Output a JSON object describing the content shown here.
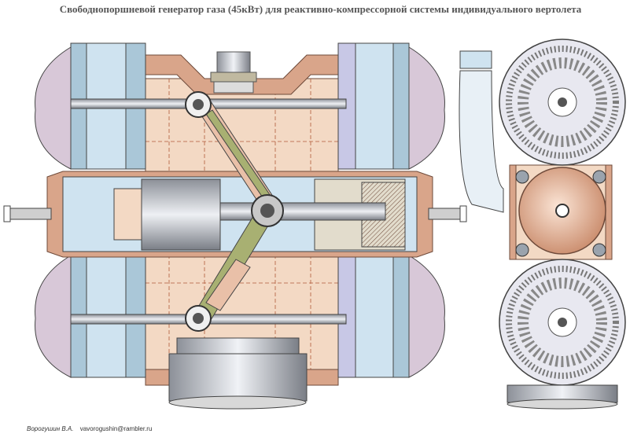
{
  "title": "Свободнопоршневой генератор газа (45кВт) для реактивно-компрессорной системы индивидуального вертолета",
  "author": "Ворогушин В.А.",
  "email": "vavorogushin@rambler.ru",
  "colors": {
    "copper": "#d9a58a",
    "copper_dark": "#9a5a3a",
    "housing": "#f3d9c4",
    "cylinder": "#cfe3f0",
    "cylinder_dark": "#7fa8c2",
    "steel": "#b8bcc4",
    "rod_green": "#a8b072",
    "lavender": "#c8c8e6",
    "fan": "#8a8aa0"
  }
}
